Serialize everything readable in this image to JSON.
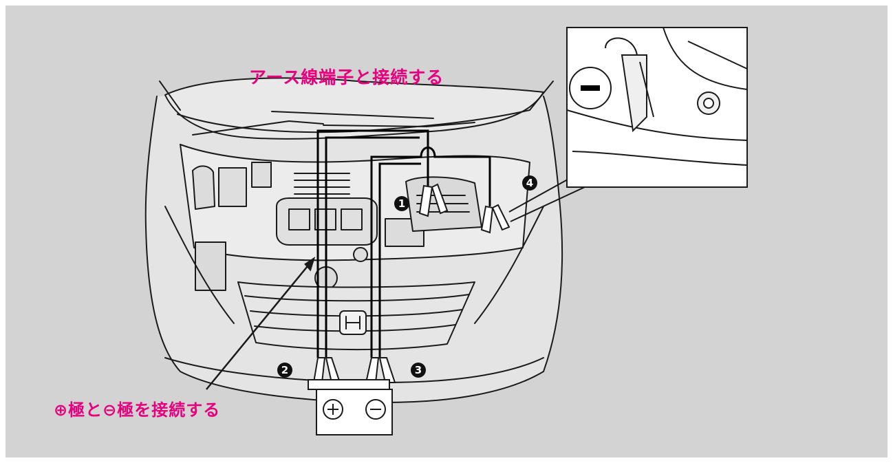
{
  "labels": {
    "ground_terminal": "アース線端子と接続する",
    "pos_neg": "⊕極と⊖極を接続する"
  },
  "badges": [
    "1",
    "2",
    "3",
    "4"
  ],
  "symbols": {
    "plus": "+",
    "minus": "−"
  },
  "colors": {
    "background": "#d3d3d3",
    "label": "#e6007e",
    "line": "#000000",
    "fill": "#ffffff"
  }
}
